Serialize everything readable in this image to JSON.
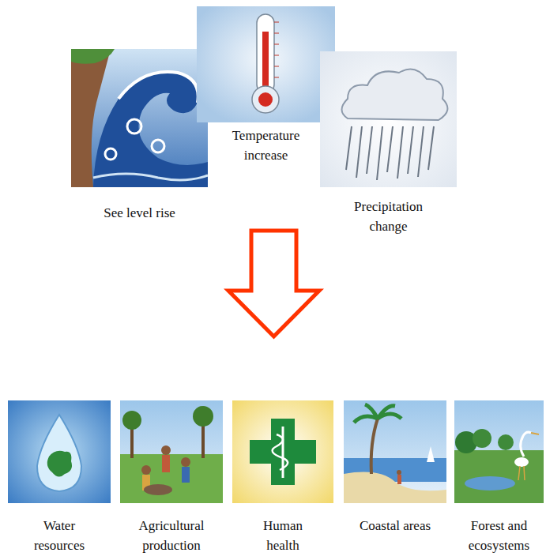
{
  "diagram": {
    "nodes": [
      {
        "text": [
          "See level rise"
        ]
      },
      {
        "text": [
          "Temperature increase"
        ]
      },
      {
        "text": [
          "Precipitation change"
        ]
      },
      {
        "text": [
          "Water resources"
        ]
      },
      {
        "text": [
          "Agricultural production"
        ]
      },
      {
        "text": [
          "Human health"
        ]
      },
      {
        "text": [
          "Coastal areas"
        ]
      },
      {
        "text": [
          "Forest and ecosystems"
        ]
      }
    ]
  }
}
